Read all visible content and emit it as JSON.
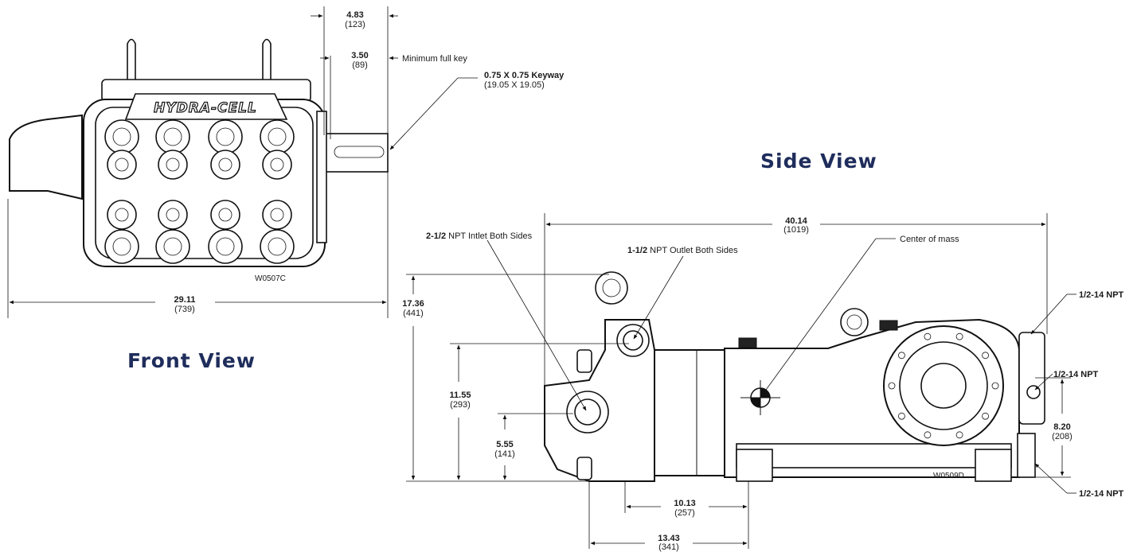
{
  "titles": {
    "front": "Front  View",
    "side": "Side View"
  },
  "brand": "HYDRA-CELL",
  "drawing_codes": {
    "front": "W0507C",
    "side": "W0509D"
  },
  "front_dims": {
    "overhang_in": "4.83",
    "overhang_mm": "(123)",
    "key_in": "3.50",
    "key_mm": "(89)",
    "key_note": "Minimum full key",
    "keyway_in": "0.75 X 0.75 Keyway",
    "keyway_mm": "(19.05 X 19.05)",
    "width_in": "29.11",
    "width_mm": "(739)"
  },
  "side_dims": {
    "length_in": "40.14",
    "length_mm": "(1019)",
    "height_in": "17.36",
    "height_mm": "(441)",
    "h2_in": "11.55",
    "h2_mm": "(293)",
    "h3_in": "5.55",
    "h3_mm": "(141)",
    "h4_in": "8.20",
    "h4_mm": "(208)",
    "b1_in": "10.13",
    "b1_mm": "(257)",
    "b2_in": "13.43",
    "b2_mm": "(341)"
  },
  "callouts": {
    "inlet_bold": "2-1/2",
    "inlet_rest": " NPT Intlet Both Sides",
    "outlet_bold": "1-1/2",
    "outlet_rest": " NPT Outlet Both Sides",
    "center_mass": "Center of mass",
    "npt_top": "1/2-14 NPT",
    "npt_mid": "1/2-14 NPT",
    "npt_bottom": "1/2-14 NPT"
  },
  "colors": {
    "title": "#1f2d5c",
    "line": "#111111"
  }
}
